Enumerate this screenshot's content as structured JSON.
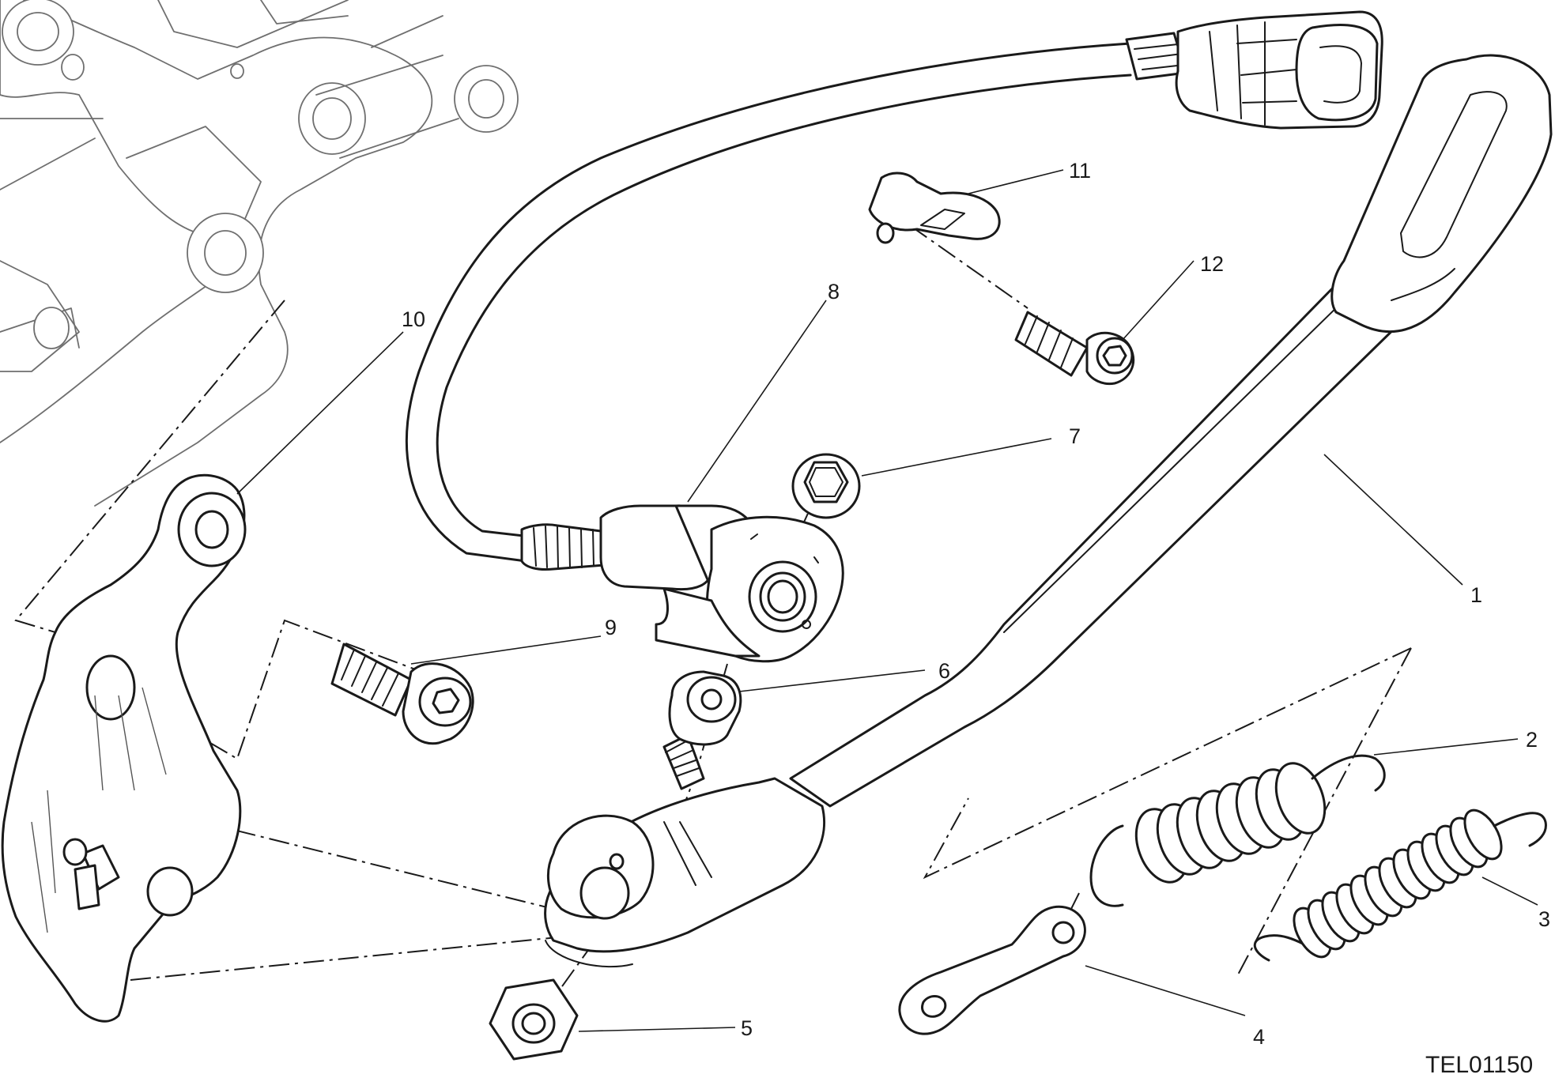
{
  "diagram": {
    "reference_code": "TEL01150",
    "callouts": [
      {
        "id": "1",
        "label": "1"
      },
      {
        "id": "2",
        "label": "2"
      },
      {
        "id": "3",
        "label": "3"
      },
      {
        "id": "4",
        "label": "4"
      },
      {
        "id": "5",
        "label": "5"
      },
      {
        "id": "6",
        "label": "6"
      },
      {
        "id": "7",
        "label": "7"
      },
      {
        "id": "8",
        "label": "8"
      },
      {
        "id": "9",
        "label": "9"
      },
      {
        "id": "10",
        "label": "10"
      },
      {
        "id": "11",
        "label": "11"
      },
      {
        "id": "12",
        "label": "12"
      }
    ],
    "colors": {
      "line": "#1a1a1a",
      "background_frame": "#6f6f6f",
      "paper": "#ffffff"
    }
  }
}
